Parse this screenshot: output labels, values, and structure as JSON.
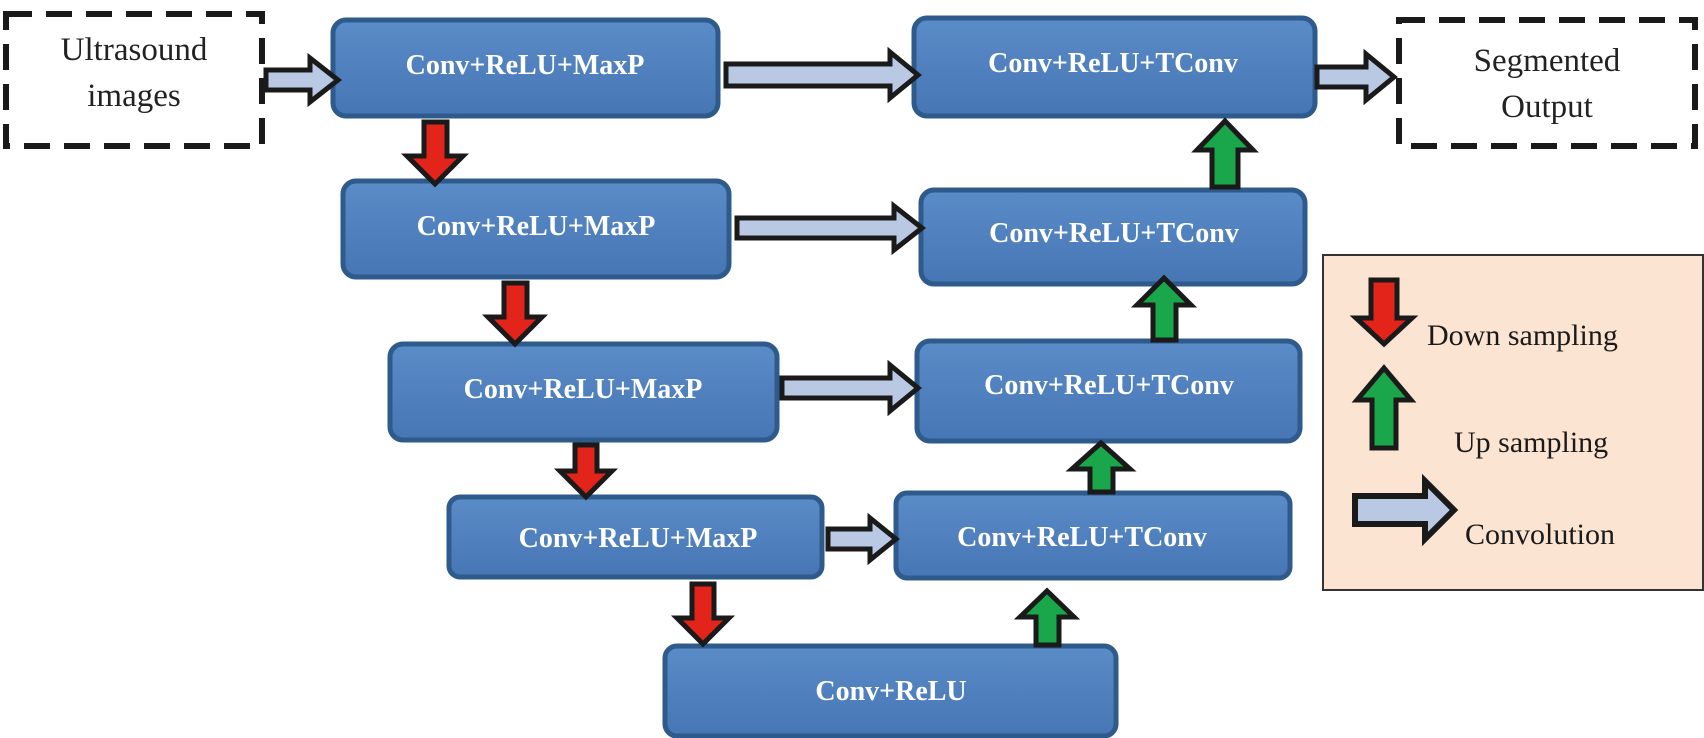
{
  "input": {
    "line1": "Ultrasound",
    "line2": "images"
  },
  "output": {
    "line1": "Segmented",
    "line2": "Output"
  },
  "encoder": [
    "Conv+ReLU+MaxP",
    "Conv+ReLU+MaxP",
    "Conv+ReLU+MaxP",
    "Conv+ReLU+MaxP"
  ],
  "bottleneck": "Conv+ReLU",
  "decoder": [
    "Conv+ReLU+TConv",
    "Conv+ReLU+TConv",
    "Conv+ReLU+TConv",
    "Conv+ReLU+TConv"
  ],
  "legend": {
    "down": "Down sampling",
    "up": "Up sampling",
    "conv": "Convolution"
  },
  "colors": {
    "block_fill": "#4f81bd",
    "block_stroke": "#2f5a8c",
    "down_arrow": "#e3241b",
    "up_arrow": "#1aa64a",
    "conv_arrow": "#b9c9e4",
    "legend_bg": "#fce4d2"
  }
}
